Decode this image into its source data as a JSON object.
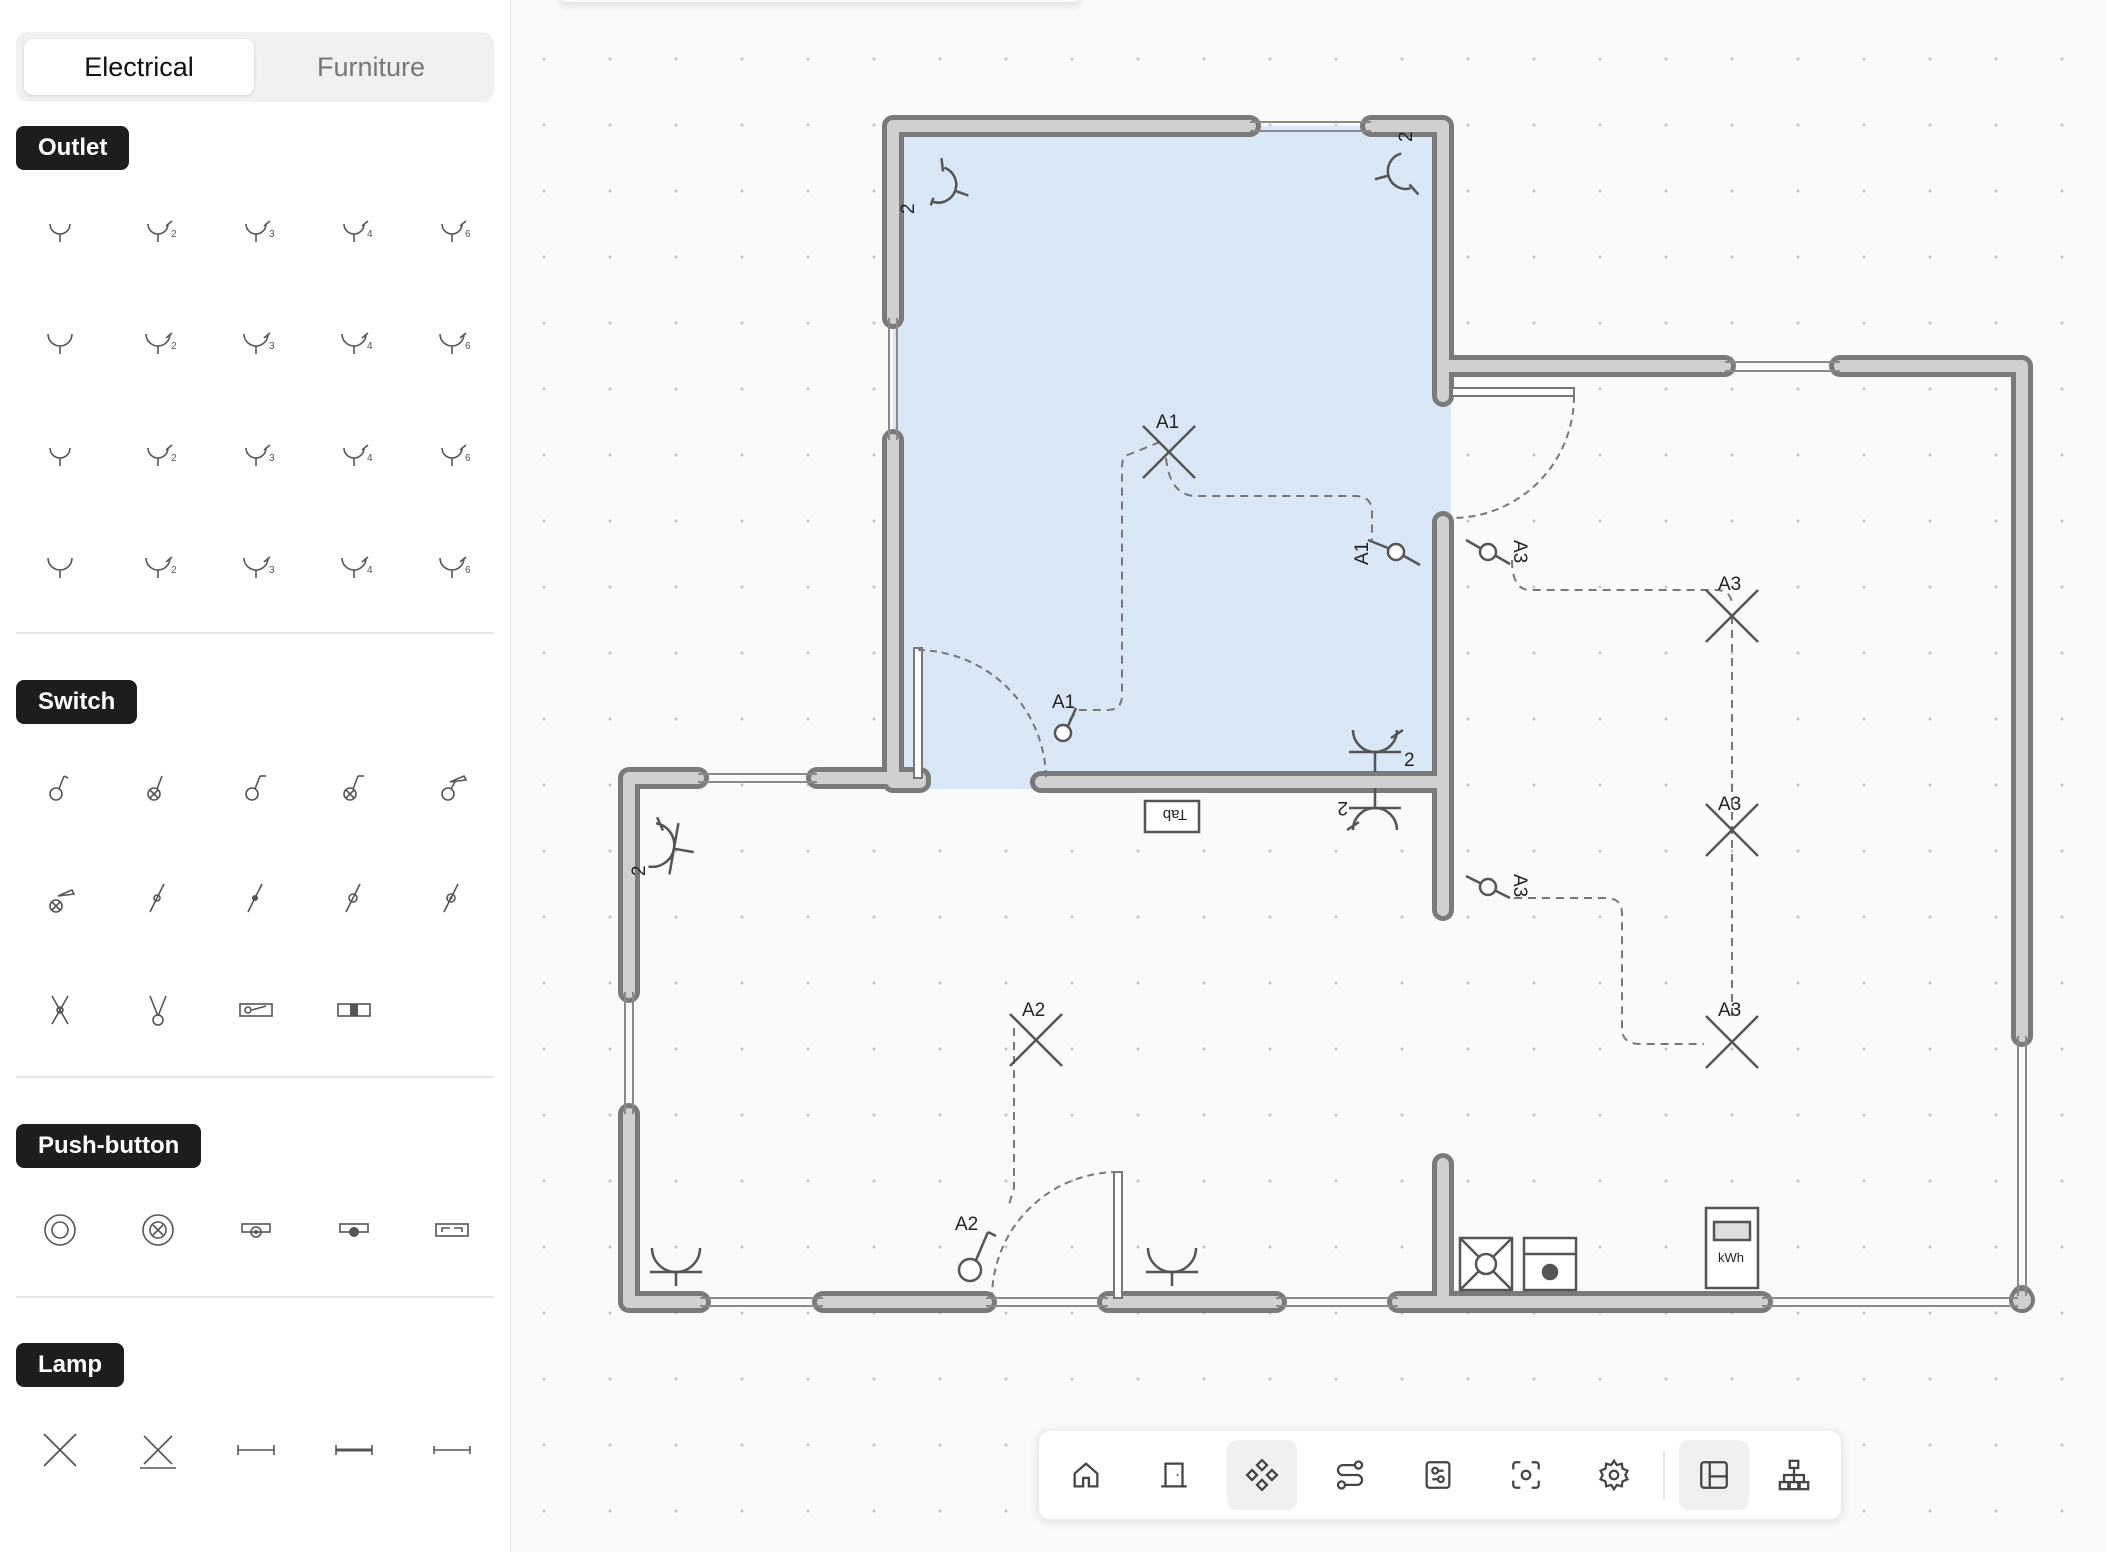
{
  "sidebar": {
    "tabs": [
      {
        "label": "Electrical",
        "active": true
      },
      {
        "label": "Furniture",
        "active": false
      }
    ],
    "sections": {
      "outlet": {
        "label": "Outlet"
      },
      "switch": {
        "label": "Switch"
      },
      "pushbutton": {
        "label": "Push-button"
      },
      "lamp": {
        "label": "Lamp"
      }
    }
  },
  "plan": {
    "labels": {
      "a1_lamp": "A1",
      "a1_switch_top": "A1",
      "a1_switch_bottom": "A1",
      "a3_switch_top": "A3",
      "a3_lamp_1": "A3",
      "a3_lamp_2": "A3",
      "a3_switch_bottom": "A3",
      "a3_lamp_3": "A3",
      "a2_lamp": "A2",
      "a2_switch": "A2",
      "outlet_count_a": "2",
      "outlet_count_b": "2",
      "outlet_count_c": "2",
      "outlet_count_d": "2",
      "outlet_count_e": "2",
      "tab_box": "Tab",
      "meter": "kWh"
    },
    "highlight_color": "#dae7f7",
    "wall_color": "#7a7a7a"
  },
  "toolbar": {
    "items": [
      {
        "icon": "home-icon",
        "active": false
      },
      {
        "icon": "door-icon",
        "active": false
      },
      {
        "icon": "components-icon",
        "active": true
      },
      {
        "icon": "route-icon",
        "active": false
      },
      {
        "icon": "board-icon",
        "active": false
      },
      {
        "icon": "focus-icon",
        "active": false
      },
      {
        "icon": "settings-icon",
        "active": false
      },
      {
        "icon": "layout-icon",
        "active": true
      },
      {
        "icon": "hierarchy-icon",
        "active": false
      }
    ]
  }
}
